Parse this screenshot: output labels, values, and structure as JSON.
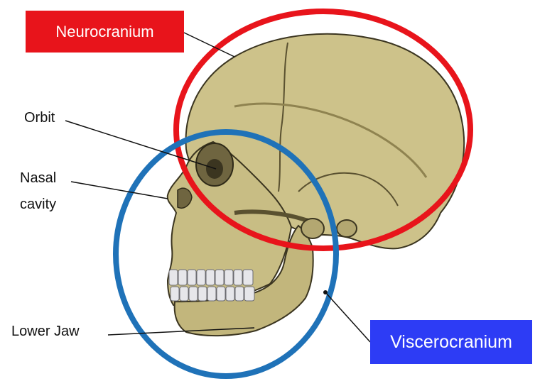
{
  "colors": {
    "neurocranium": "#e8141b",
    "viscerocranium": "#2d3cf5",
    "viscero_ring": "#1f72b8",
    "bone": "#cdc28a",
    "bone_shadow": "#8f8350",
    "bone_outline": "#3b3520",
    "teeth": "#e6e6ea"
  },
  "labels": {
    "neurocranium": "Neurocranium",
    "viscerocranium": "Viscerocranium",
    "orbit": "Orbit",
    "nasal_line1": "Nasal",
    "nasal_line2": "cavity",
    "lower_jaw": "Lower Jaw"
  },
  "image": {
    "subject": "lateral-view-human-skull-illustration"
  }
}
